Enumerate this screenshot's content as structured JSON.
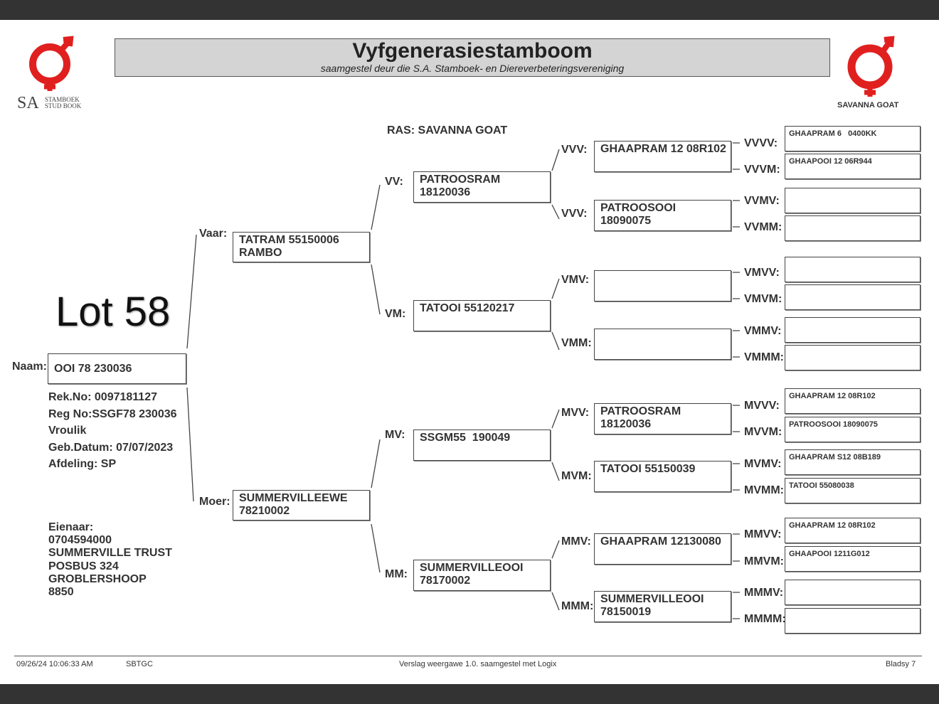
{
  "title": "Vyfgenerasiestamboom",
  "subtitle": "saamgestel deur die S.A. Stamboek- en Diereverbeteringsvereniging",
  "logo_left": {
    "sa": "SA",
    "line1": "STAMBOEK",
    "line2": "STUD BOOK"
  },
  "logo_right": {
    "caption": "SAVANNA GOAT"
  },
  "breed": "RAS: SAVANNA GOAT",
  "lot": "Lot 58",
  "animal": {
    "label": "Naam:",
    "name": "OOI 78 230036",
    "details": [
      "Rek.No: 0097181127",
      "Reg No:SSGF78  230036",
      "Vroulik",
      "Geb.Datum: 07/07/2023",
      "Afdeling: SP"
    ]
  },
  "owner": [
    "Eienaar:",
    "0704594000",
    "SUMMERVILLE TRUST",
    "POSBUS 324",
    "GROBLERSHOOP",
    "8850"
  ],
  "pedigree": {
    "v": {
      "label": "Vaar:",
      "name": "TATRAM 55150006\nRAMBO"
    },
    "m": {
      "label": "Moer:",
      "name": "SUMMERVILLEEWE\n78210002"
    },
    "vv": {
      "label": "VV:",
      "name": "PATROOSRAM\n18120036"
    },
    "vm": {
      "label": "VM:",
      "name": "TATOOI 55120217"
    },
    "mv": {
      "label": "MV:",
      "name": "SSGM55  190049"
    },
    "mm": {
      "label": "MM:",
      "name": "SUMMERVILLEOOI\n78170002"
    },
    "vvv": {
      "label": "VVV:",
      "name": "GHAAPRAM 12 08R102"
    },
    "vvm": {
      "label": "VVV:",
      "name": "PATROOSOOI\n18090075"
    },
    "vmv": {
      "label": "VMV:",
      "name": ""
    },
    "vmm": {
      "label": "VMM:",
      "name": ""
    },
    "mvv": {
      "label": "MVV:",
      "name": "PATROOSRAM\n18120036"
    },
    "mvm": {
      "label": "MVM:",
      "name": "TATOOI 55150039"
    },
    "mmv": {
      "label": "MMV:",
      "name": "GHAAPRAM 12130080"
    },
    "mmm": {
      "label": "MMM:",
      "name": "SUMMERVILLEOOI\n78150019"
    },
    "vvvv": {
      "label": "VVVV:",
      "name": "GHAAPRAM 6   0400KK"
    },
    "vvvm": {
      "label": "VVVM:",
      "name": "GHAAPOOI 12 06R944"
    },
    "vvmv": {
      "label": "VVMV:",
      "name": ""
    },
    "vvmm": {
      "label": "VVMM:",
      "name": ""
    },
    "vmvv": {
      "label": "VMVV:",
      "name": ""
    },
    "vmvm": {
      "label": "VMVM:",
      "name": ""
    },
    "vmmv": {
      "label": "VMMV:",
      "name": ""
    },
    "vmmm": {
      "label": "VMMM:",
      "name": ""
    },
    "mvvv": {
      "label": "MVVV:",
      "name": "GHAAPRAM 12 08R102"
    },
    "mvvm": {
      "label": "MVVM:",
      "name": "PATROOSOOI 18090075"
    },
    "mvmv": {
      "label": "MVMV:",
      "name": "GHAAPRAM S12 08B189"
    },
    "mvmm": {
      "label": "MVMM:",
      "name": "TATOOI 55080038"
    },
    "mmvv": {
      "label": "MMVV:",
      "name": "GHAAPRAM 12 08R102"
    },
    "mmvm": {
      "label": "MMVM:",
      "name": "GHAAPOOI 1211G012"
    },
    "mmmv": {
      "label": "MMMV:",
      "name": ""
    },
    "mmmm": {
      "label": "MMMM:",
      "name": ""
    }
  },
  "footer": {
    "timestamp": "09/26/24 10:06:33 AM",
    "code": "SBTGC",
    "report": "Verslag weergawe 1.0. saamgestel met Logix",
    "page": "Bladsy 7"
  }
}
